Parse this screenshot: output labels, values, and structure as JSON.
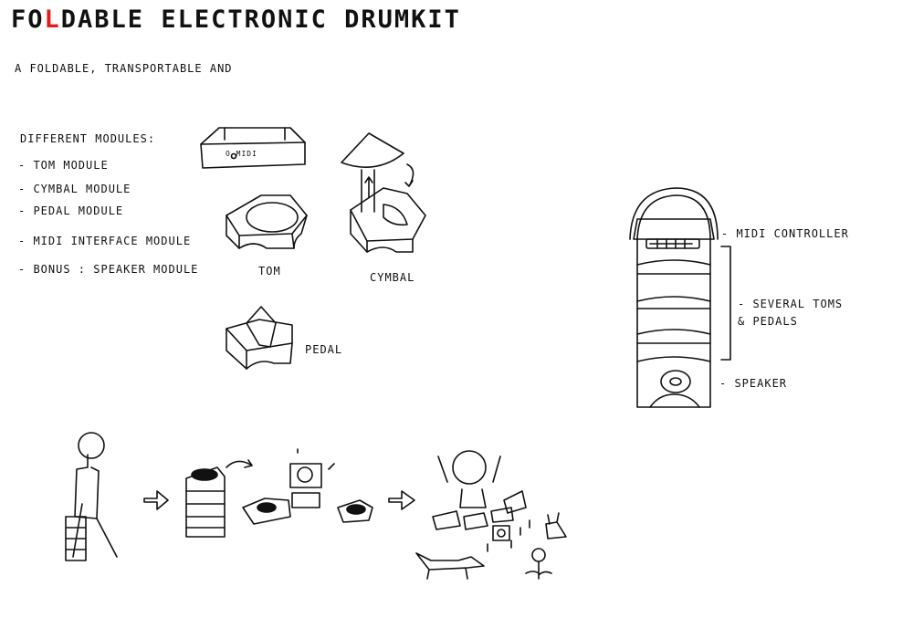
{
  "title": {
    "part1": "FO",
    "part_red": "L",
    "part2": "DABLE ELECTRONIC DRUMKIT"
  },
  "subtitle": "A FOLDABLE, TRANSPORTABLE AND",
  "modules_heading": "DIFFERENT MODULES:",
  "modules": [
    "- TOM MODULE",
    "- CYMBAL MODULE",
    "- PEDAL MODULE",
    "- MIDI INTERFACE MODULE",
    "- BONUS : SPEAKER MODULE"
  ],
  "module_labels": {
    "midi_box": "O MIDI",
    "tom": "TOM",
    "cymbal": "CYMBAL",
    "pedal": "PEDAL"
  },
  "stack_labels": {
    "midi_controller": "- MIDI CONTROLLER",
    "toms_pedals_1": "- SEVERAL TOMS",
    "toms_pedals_2": "& PEDALS",
    "speaker": "- SPEAKER"
  }
}
